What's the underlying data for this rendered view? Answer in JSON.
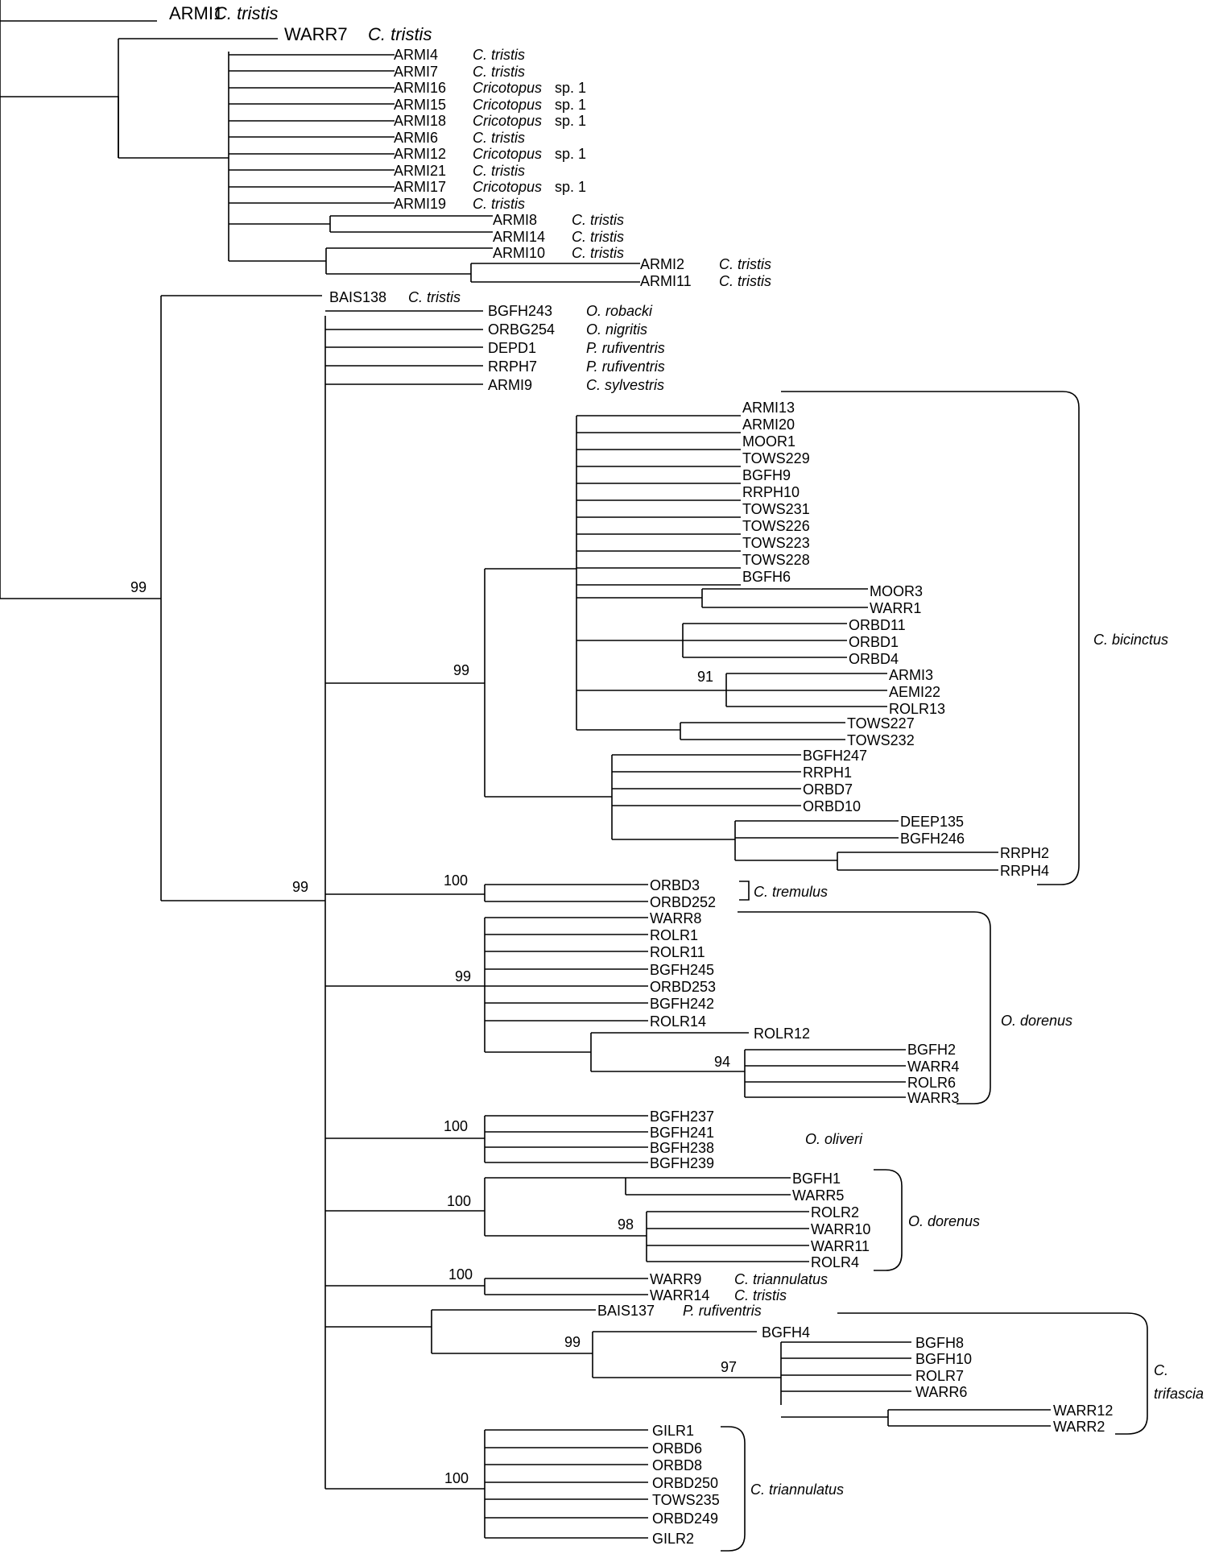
{
  "taxa": {
    "ARMI1": {
      "name": "ARMI1",
      "sp": "C. tristis"
    },
    "WARR7": {
      "name": "WARR7",
      "sp": "C. tristis"
    },
    "ARMI4": {
      "name": "ARMI4",
      "sp": "C. tristis"
    },
    "ARMI7": {
      "name": "ARMI7",
      "sp": "C. tristis"
    },
    "ARMI16": {
      "name": "ARMI16",
      "sp": "Cricotopus",
      "sp2": "sp. 1"
    },
    "ARMI15": {
      "name": "ARMI15",
      "sp": "Cricotopus",
      "sp2": "sp. 1"
    },
    "ARMI18": {
      "name": "ARMI18",
      "sp": "Cricotopus",
      "sp2": "sp. 1"
    },
    "ARMI6": {
      "name": "ARMI6",
      "sp": "C. tristis"
    },
    "ARMI12": {
      "name": "ARMI12",
      "sp": "Cricotopus",
      "sp2": "sp. 1"
    },
    "ARMI21": {
      "name": "ARMI21",
      "sp": "C. tristis"
    },
    "ARMI17": {
      "name": "ARMI17",
      "sp": "Cricotopus",
      "sp2": "sp. 1"
    },
    "ARMI19": {
      "name": "ARMI19",
      "sp": "C. tristis"
    },
    "ARMI8": {
      "name": "ARMI8",
      "sp": "C. tristis"
    },
    "ARMI14": {
      "name": "ARMI14",
      "sp": "C. tristis"
    },
    "ARMI10": {
      "name": "ARMI10",
      "sp": "C. tristis"
    },
    "ARMI2": {
      "name": "ARMI2",
      "sp": "C. tristis"
    },
    "ARMI11": {
      "name": "ARMI11",
      "sp": "C. tristis"
    },
    "BAIS138": {
      "name": "BAIS138",
      "sp": "C. tristis"
    },
    "BGFH243": {
      "name": "BGFH243",
      "sp": "O. robacki"
    },
    "ORBG254": {
      "name": "ORBG254",
      "sp": "O. nigritis"
    },
    "DEPD1": {
      "name": "DEPD1",
      "sp": "P. rufiventris"
    },
    "RRPH7": {
      "name": "RRPH7",
      "sp": "P. rufiventris"
    },
    "ARMI9": {
      "name": "ARMI9",
      "sp": "C. sylvestris"
    },
    "ARMI13": {
      "name": "ARMI13"
    },
    "ARMI20": {
      "name": "ARMI20"
    },
    "MOOR1": {
      "name": "MOOR1"
    },
    "TOWS229": {
      "name": "TOWS229"
    },
    "BGFH9": {
      "name": "BGFH9"
    },
    "RRPH10": {
      "name": "RRPH10"
    },
    "TOWS231": {
      "name": "TOWS231"
    },
    "TOWS226": {
      "name": "TOWS226"
    },
    "TOWS223": {
      "name": "TOWS223"
    },
    "TOWS228": {
      "name": "TOWS228"
    },
    "BGFH6": {
      "name": "BGFH6"
    },
    "MOOR3": {
      "name": "MOOR3"
    },
    "WARR1": {
      "name": "WARR1"
    },
    "ORBD11": {
      "name": "ORBD11"
    },
    "ORBD1": {
      "name": "ORBD1"
    },
    "ORBD4": {
      "name": "ORBD4"
    },
    "ARMI3": {
      "name": "ARMI3"
    },
    "AEMI22": {
      "name": "AEMI22"
    },
    "ROLR13": {
      "name": "ROLR13"
    },
    "TOWS227": {
      "name": "TOWS227"
    },
    "TOWS232": {
      "name": "TOWS232"
    },
    "BGFH247": {
      "name": "BGFH247"
    },
    "RRPH1": {
      "name": "RRPH1"
    },
    "ORBD7": {
      "name": "ORBD7"
    },
    "ORBD10": {
      "name": "ORBD10"
    },
    "DEEP135": {
      "name": "DEEP135"
    },
    "BGFH246": {
      "name": "BGFH246"
    },
    "RRPH2": {
      "name": "RRPH2"
    },
    "RRPH4": {
      "name": "RRPH4"
    },
    "ORBD3": {
      "name": "ORBD3"
    },
    "ORBD252": {
      "name": "ORBD252"
    },
    "WARR8": {
      "name": "WARR8"
    },
    "ROLR1": {
      "name": "ROLR1"
    },
    "ROLR11": {
      "name": "ROLR11"
    },
    "BGFH245": {
      "name": "BGFH245"
    },
    "ORBD253": {
      "name": "ORBD253"
    },
    "BGFH242": {
      "name": "BGFH242"
    },
    "ROLR14": {
      "name": "ROLR14"
    },
    "ROLR12": {
      "name": "ROLR12"
    },
    "BGFH2": {
      "name": "BGFH2"
    },
    "WARR4": {
      "name": "WARR4"
    },
    "ROLR6": {
      "name": "ROLR6"
    },
    "WARR3": {
      "name": "WARR3"
    },
    "BGFH237": {
      "name": "BGFH237"
    },
    "BGFH241": {
      "name": "BGFH241"
    },
    "BGFH238": {
      "name": "BGFH238"
    },
    "BGFH239": {
      "name": "BGFH239"
    },
    "BGFH1": {
      "name": "BGFH1"
    },
    "WARR5": {
      "name": "WARR5"
    },
    "ROLR2": {
      "name": "ROLR2"
    },
    "WARR10": {
      "name": "WARR10"
    },
    "WARR11": {
      "name": "WARR11"
    },
    "ROLR4": {
      "name": "ROLR4"
    },
    "WARR9": {
      "name": "WARR9",
      "sp": "C. triannulatus"
    },
    "WARR14": {
      "name": "WARR14",
      "sp": "C. tristis"
    },
    "BAIS137": {
      "name": "BAIS137",
      "sp": "P. rufiventris"
    },
    "BGFH4": {
      "name": "BGFH4"
    },
    "BGFH8": {
      "name": "BGFH8"
    },
    "BGFH10": {
      "name": "BGFH10"
    },
    "ROLR7": {
      "name": "ROLR7"
    },
    "WARR6": {
      "name": "WARR6"
    },
    "WARR12": {
      "name": "WARR12"
    },
    "WARR2": {
      "name": "WARR2"
    },
    "GILR1": {
      "name": "GILR1"
    },
    "ORBD6": {
      "name": "ORBD6"
    },
    "ORBD8": {
      "name": "ORBD8"
    },
    "ORBD250": {
      "name": "ORBD250"
    },
    "TOWS235": {
      "name": "TOWS235"
    },
    "ORBD249": {
      "name": "ORBD249"
    },
    "GILR2": {
      "name": "GILR2"
    }
  },
  "bootstrap": {
    "root99": "99",
    "n99b": "99",
    "bicinctus99": "99",
    "armi3_91": "91",
    "tremulus100": "100",
    "dorenus99": "99",
    "bgfh2_94": "94",
    "oliveri100": "100",
    "dorenus2_100": "100",
    "rolr2_98": "98",
    "warr9_100": "100",
    "trifascia99": "99",
    "bgfh8_97": "97",
    "triann100": "100"
  },
  "clades": {
    "bicinctus": "C. bicinctus",
    "tremulus": "C. tremulus",
    "dorenus1": "O. dorenus",
    "oliveri": "O. oliveri",
    "dorenus2": "O. dorenus",
    "trifascia_1": "C.",
    "trifascia_2": "trifascia",
    "triannulatus": "C. triannulatus"
  }
}
